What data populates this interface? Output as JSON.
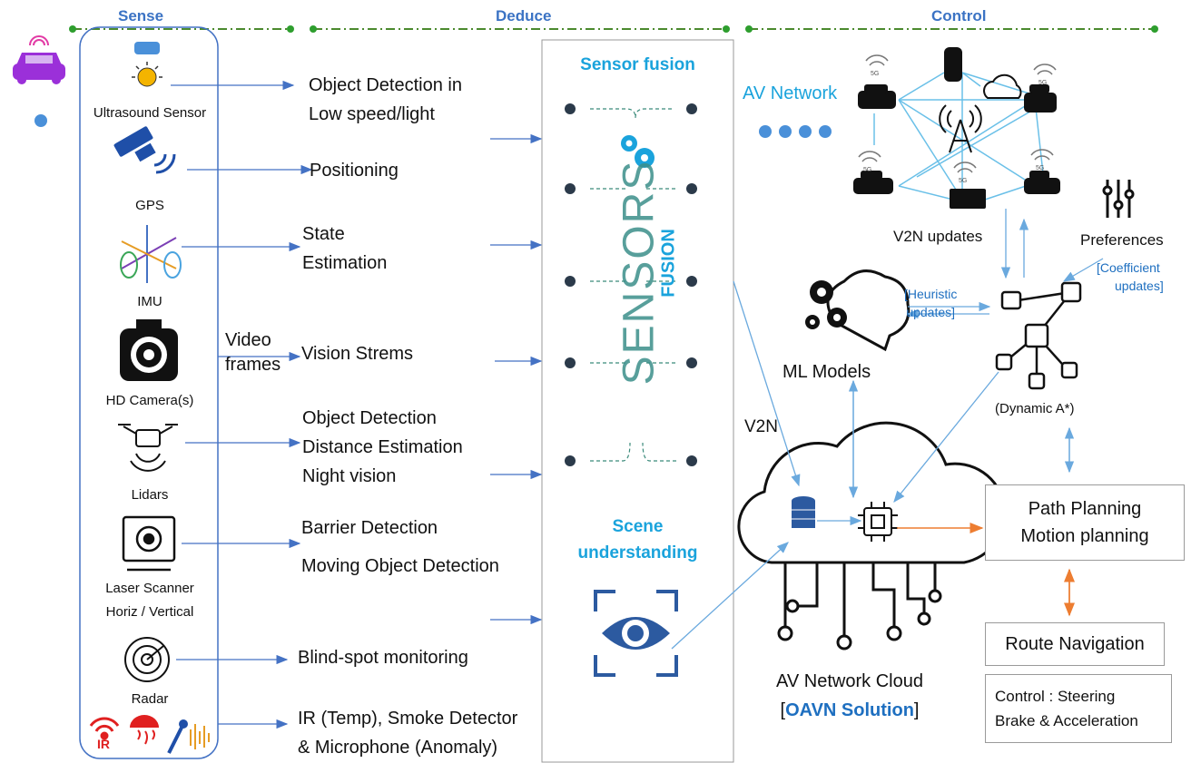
{
  "headers": {
    "sense": "Sense",
    "deduce": "Deduce",
    "control": "Control"
  },
  "sensors": [
    {
      "label": "Ultrasound Sensor",
      "icon": "ultrasound-sensor-icon"
    },
    {
      "label": "GPS",
      "icon": "gps-satellite-icon"
    },
    {
      "label": "IMU",
      "icon": "imu-icon"
    },
    {
      "label": "HD Camera(s)",
      "icon": "dash-camera-icon"
    },
    {
      "label": "Lidars",
      "icon": "lidar-drone-icon"
    },
    {
      "label": "Laser Scanner",
      "label2": "Horiz / Vertical",
      "icon": "laser-scanner-icon"
    },
    {
      "label": "Radar",
      "icon": "radar-icon"
    }
  ],
  "bottom_sensors": {
    "ir_label": "IR",
    "icons": [
      "ir-wifi-icon",
      "smoke-detector-icon",
      "microphone-icon"
    ]
  },
  "video_frames": {
    "line1": "Video",
    "line2": "frames"
  },
  "functions": {
    "f1a": "Object Detection in",
    "f1b": "Low speed/light",
    "f2": "Positioning",
    "f3a": "State",
    "f3b": "Estimation",
    "f4": "Vision Strems",
    "f5a": "Object Detection",
    "f5b": "Distance Estimation",
    "f5c": "Night vision",
    "f6a": "Barrier Detection",
    "f6b": "Moving Object Detection",
    "f7": "Blind-spot monitoring",
    "f8a": "IR (Temp), Smoke Detector",
    "f8b": "& Microphone (Anomaly)"
  },
  "deduce": {
    "sensor_fusion": "Sensor fusion",
    "sensors_big": "SENSORS",
    "fusion_big": "FUSION",
    "scene1": "Scene",
    "scene2": "understanding"
  },
  "control": {
    "av_network": "AV Network",
    "v2n_updates": "V2N  updates",
    "preferences": "Preferences",
    "coeff1": "[Coefficient",
    "coeff2": "updates]",
    "heur1": "[Heuristic",
    "heur2": "updates]",
    "ml_models": "ML Models",
    "dynamic_a": "(Dynamic A*)",
    "v2n": "V2N",
    "path1": "Path Planning",
    "path2": "Motion planning",
    "route": "Route Navigation",
    "ctrl1": "Control : Steering",
    "ctrl2": "Brake & Acceleration",
    "cloud1": "AV Network Cloud",
    "cloud_open": "[",
    "cloud_brand": "OAVN Solution",
    "cloud_close": "]",
    "fivegee": "5G"
  },
  "colors": {
    "arrow": "#4472c4",
    "accent": "#1aa3dc",
    "orange": "#ed7d31",
    "green": "#2e9e2e",
    "purple": "#9b30d9"
  }
}
